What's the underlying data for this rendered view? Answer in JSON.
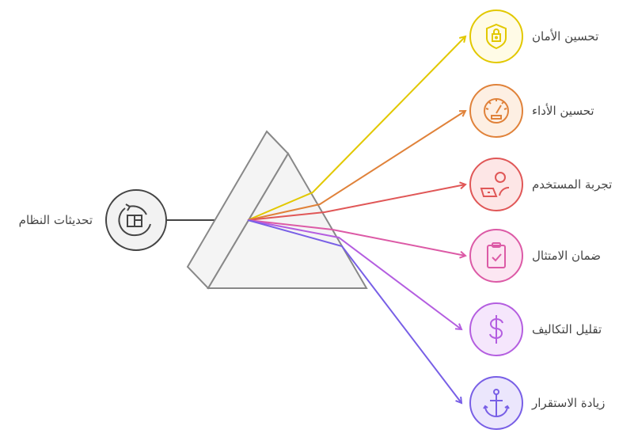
{
  "source": {
    "label": "تحديثات النظام",
    "icon": "refresh-box-icon",
    "color": "#444444"
  },
  "outcomes": [
    {
      "label": "تحسين الأمان",
      "icon": "shield-lock-icon",
      "color": "#e2c800",
      "fill": "#fffbe6"
    },
    {
      "label": "تحسين الأداء",
      "icon": "speedometer-icon",
      "color": "#e0823a",
      "fill": "#fdefe3"
    },
    {
      "label": "تجربة المستخدم",
      "icon": "user-laptop-icon",
      "color": "#e05757",
      "fill": "#fde6e6"
    },
    {
      "label": "ضمان الامتثال",
      "icon": "clipboard-check-icon",
      "color": "#dc5aa6",
      "fill": "#fce6f2"
    },
    {
      "label": "تقليل التكاليف",
      "icon": "dollar-icon",
      "color": "#b45ee0",
      "fill": "#f5e6fc"
    },
    {
      "label": "زيادة الاستقرار",
      "icon": "anchor-icon",
      "color": "#785fe6",
      "fill": "#ebe6fc"
    }
  ]
}
